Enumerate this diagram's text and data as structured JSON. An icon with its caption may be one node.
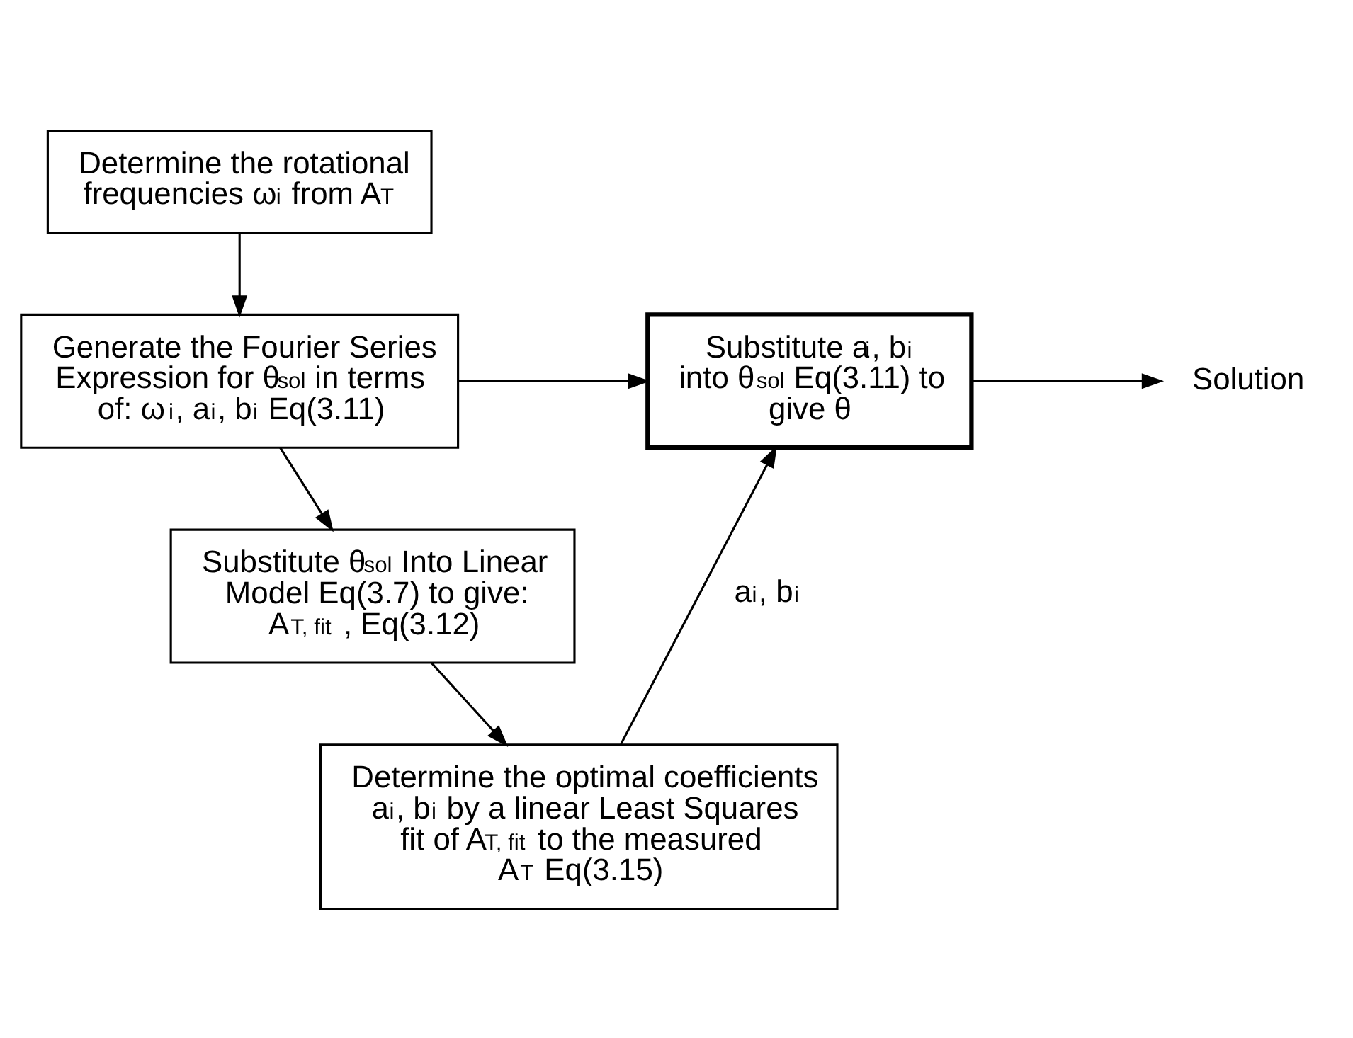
{
  "diagram": {
    "nodes": [
      {
        "text": [
          "Determine the rotational frequencies ω$_{i}$ from A$_{T}$"
        ]
      },
      {
        "text": [
          "Generate the Fourier Series Expression for θ$_{sol}$ in terms of: ω$_{i}$, a$_{i}$, b$_{i}$ Eq(3.11)"
        ]
      },
      {
        "text": [
          "Substitute a$_{i}$, b$_{i}$ into θ$_{sol}$ Eq(3.11) to give θ"
        ]
      },
      {
        "text": [
          "Solution"
        ]
      },
      {
        "text": [
          "Substitute θ$_{sol}$ Into Linear Model Eq(3.7) to give: A$_{T, fit}$ , Eq(3.12)"
        ]
      },
      {
        "text": [
          "Determine the optimal coefficients a$_{i}$, b$_{i}$ by a linear Least Squares fit of A$_{T, fit}$ to the measured A$_{T}$ Eq(3.15)"
        ]
      }
    ],
    "edges": [
      {
        "from": 0,
        "to": 1,
        "arrow": "to"
      },
      {
        "from": 1,
        "to": 2,
        "arrow": "to"
      },
      {
        "from": 2,
        "to": 3,
        "arrow": "to"
      },
      {
        "from": 1,
        "to": 4,
        "arrow": "to"
      },
      {
        "from": 4,
        "to": 5,
        "arrow": "to"
      },
      {
        "from": 5,
        "to": 2,
        "arrow": "to",
        "label": "a$_{i}$, b$_{i}$"
      }
    ]
  }
}
